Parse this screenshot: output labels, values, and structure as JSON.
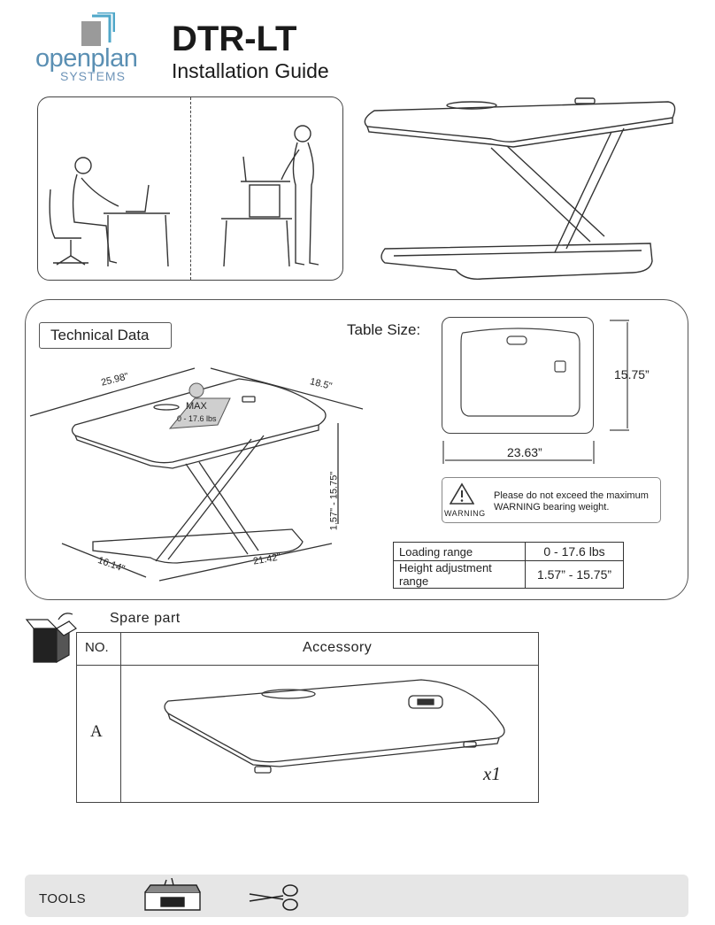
{
  "header": {
    "brand_name": "openplan",
    "brand_sub": "SYSTEMS",
    "model": "DTR-LT",
    "subtitle": "Installation Guide"
  },
  "technical": {
    "title": "Technical Data",
    "max_label": "MAX",
    "max_value": "0 - 17.6 lbs",
    "dims": {
      "length": "25.98\"",
      "depth": "18.5\"",
      "height": "1.57\" - 15.75\"",
      "base_depth": "16.14\"",
      "base_width": "21.42\""
    },
    "table_size": {
      "label": "Table Size:",
      "depth": "15.75”",
      "width": "23.63”"
    },
    "warning": {
      "label": "WARNING",
      "text": "Please do not exceed the maximum WARNING bearing weight."
    },
    "specs": [
      {
        "label": "Loading range",
        "value": "0 - 17.6 lbs"
      },
      {
        "label": "Height adjustment range",
        "value": "1.57” - 15.75”"
      }
    ]
  },
  "spare": {
    "title": "Spare part",
    "col_no": "NO.",
    "col_accessory": "Accessory",
    "items": [
      {
        "no": "A",
        "qty": "x1"
      }
    ]
  },
  "tools": {
    "label": "TOOLS",
    "icons": [
      "toolbox-icon",
      "scissors-icon"
    ]
  },
  "colors": {
    "brand": "#5a8fb3",
    "tools_bar": "#e6e6e6"
  }
}
